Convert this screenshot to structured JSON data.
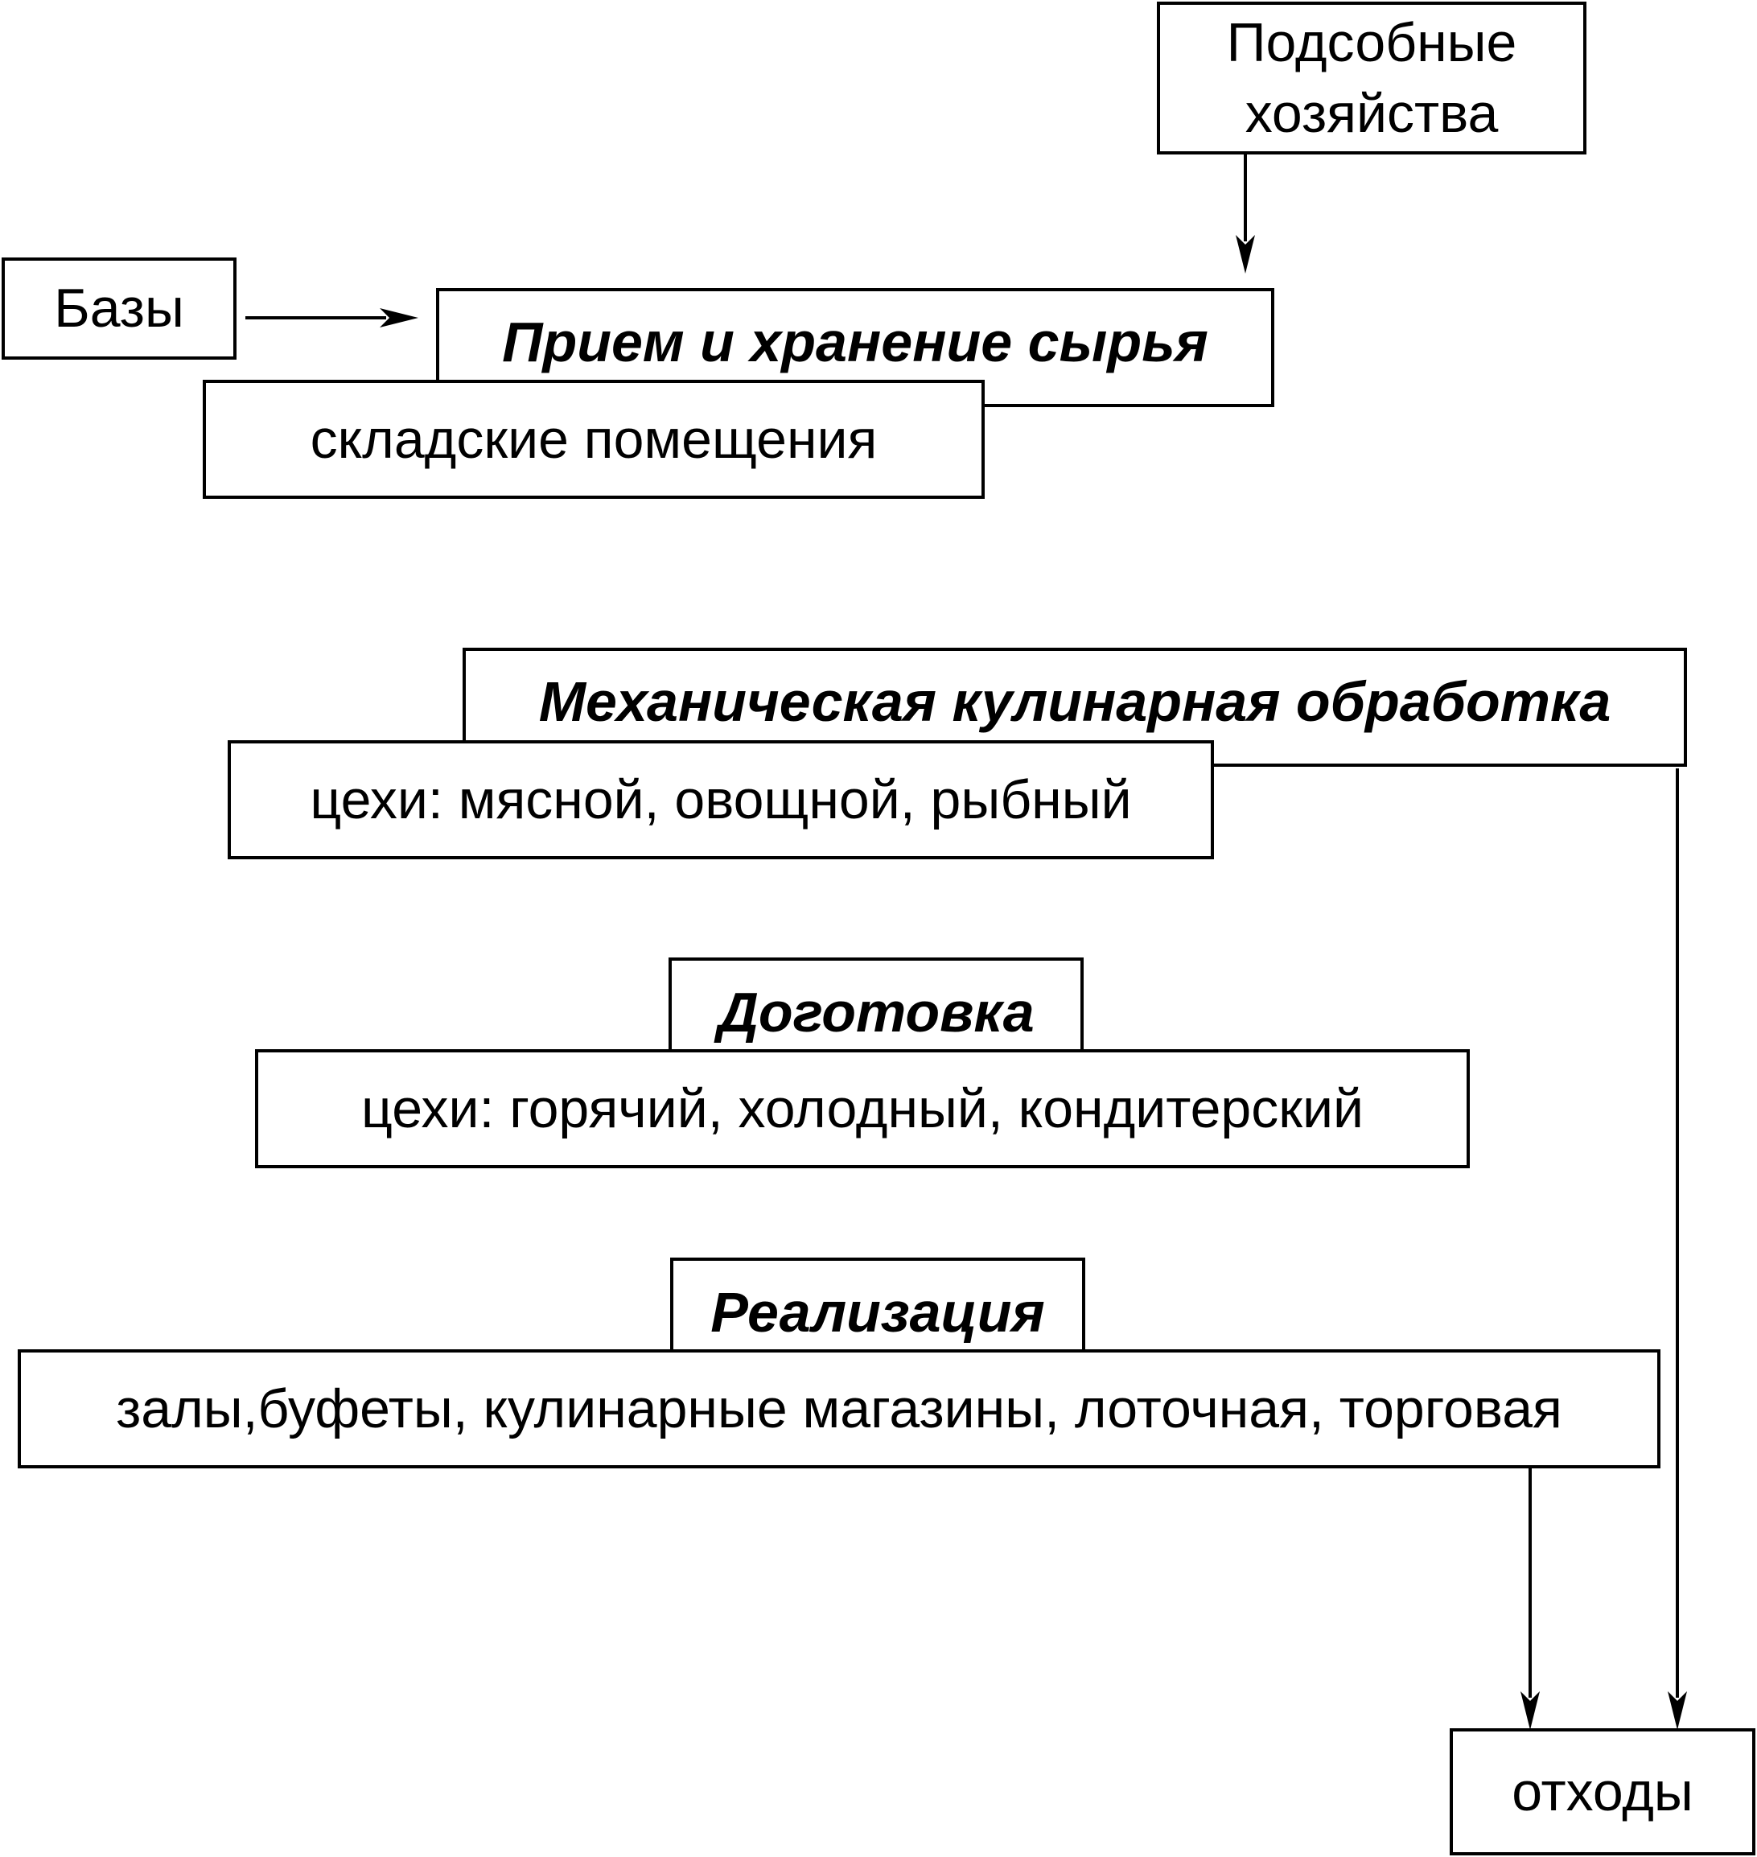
{
  "diagram": {
    "podsobnye": "Подсобные хозяйства",
    "bazy": "Базы",
    "priem": "Прием и хранение сырья",
    "sklad": "складские помещения",
    "mech": "Механическая кулинарная обработка",
    "mech_tsekhi": "цехи: мясной, овощной, рыбный",
    "dogotovka": "Доготовка",
    "dogotovka_tsekhi": "цехи: горячий, холодный, кондитерский",
    "realizatsiya": "Реализация",
    "realizatsiya_mesta": "залы,буфеты, кулинарные магазины, лоточная, торговая",
    "otkhody": "отходы"
  },
  "colors": {
    "line": "#000000",
    "background": "#ffffff"
  }
}
